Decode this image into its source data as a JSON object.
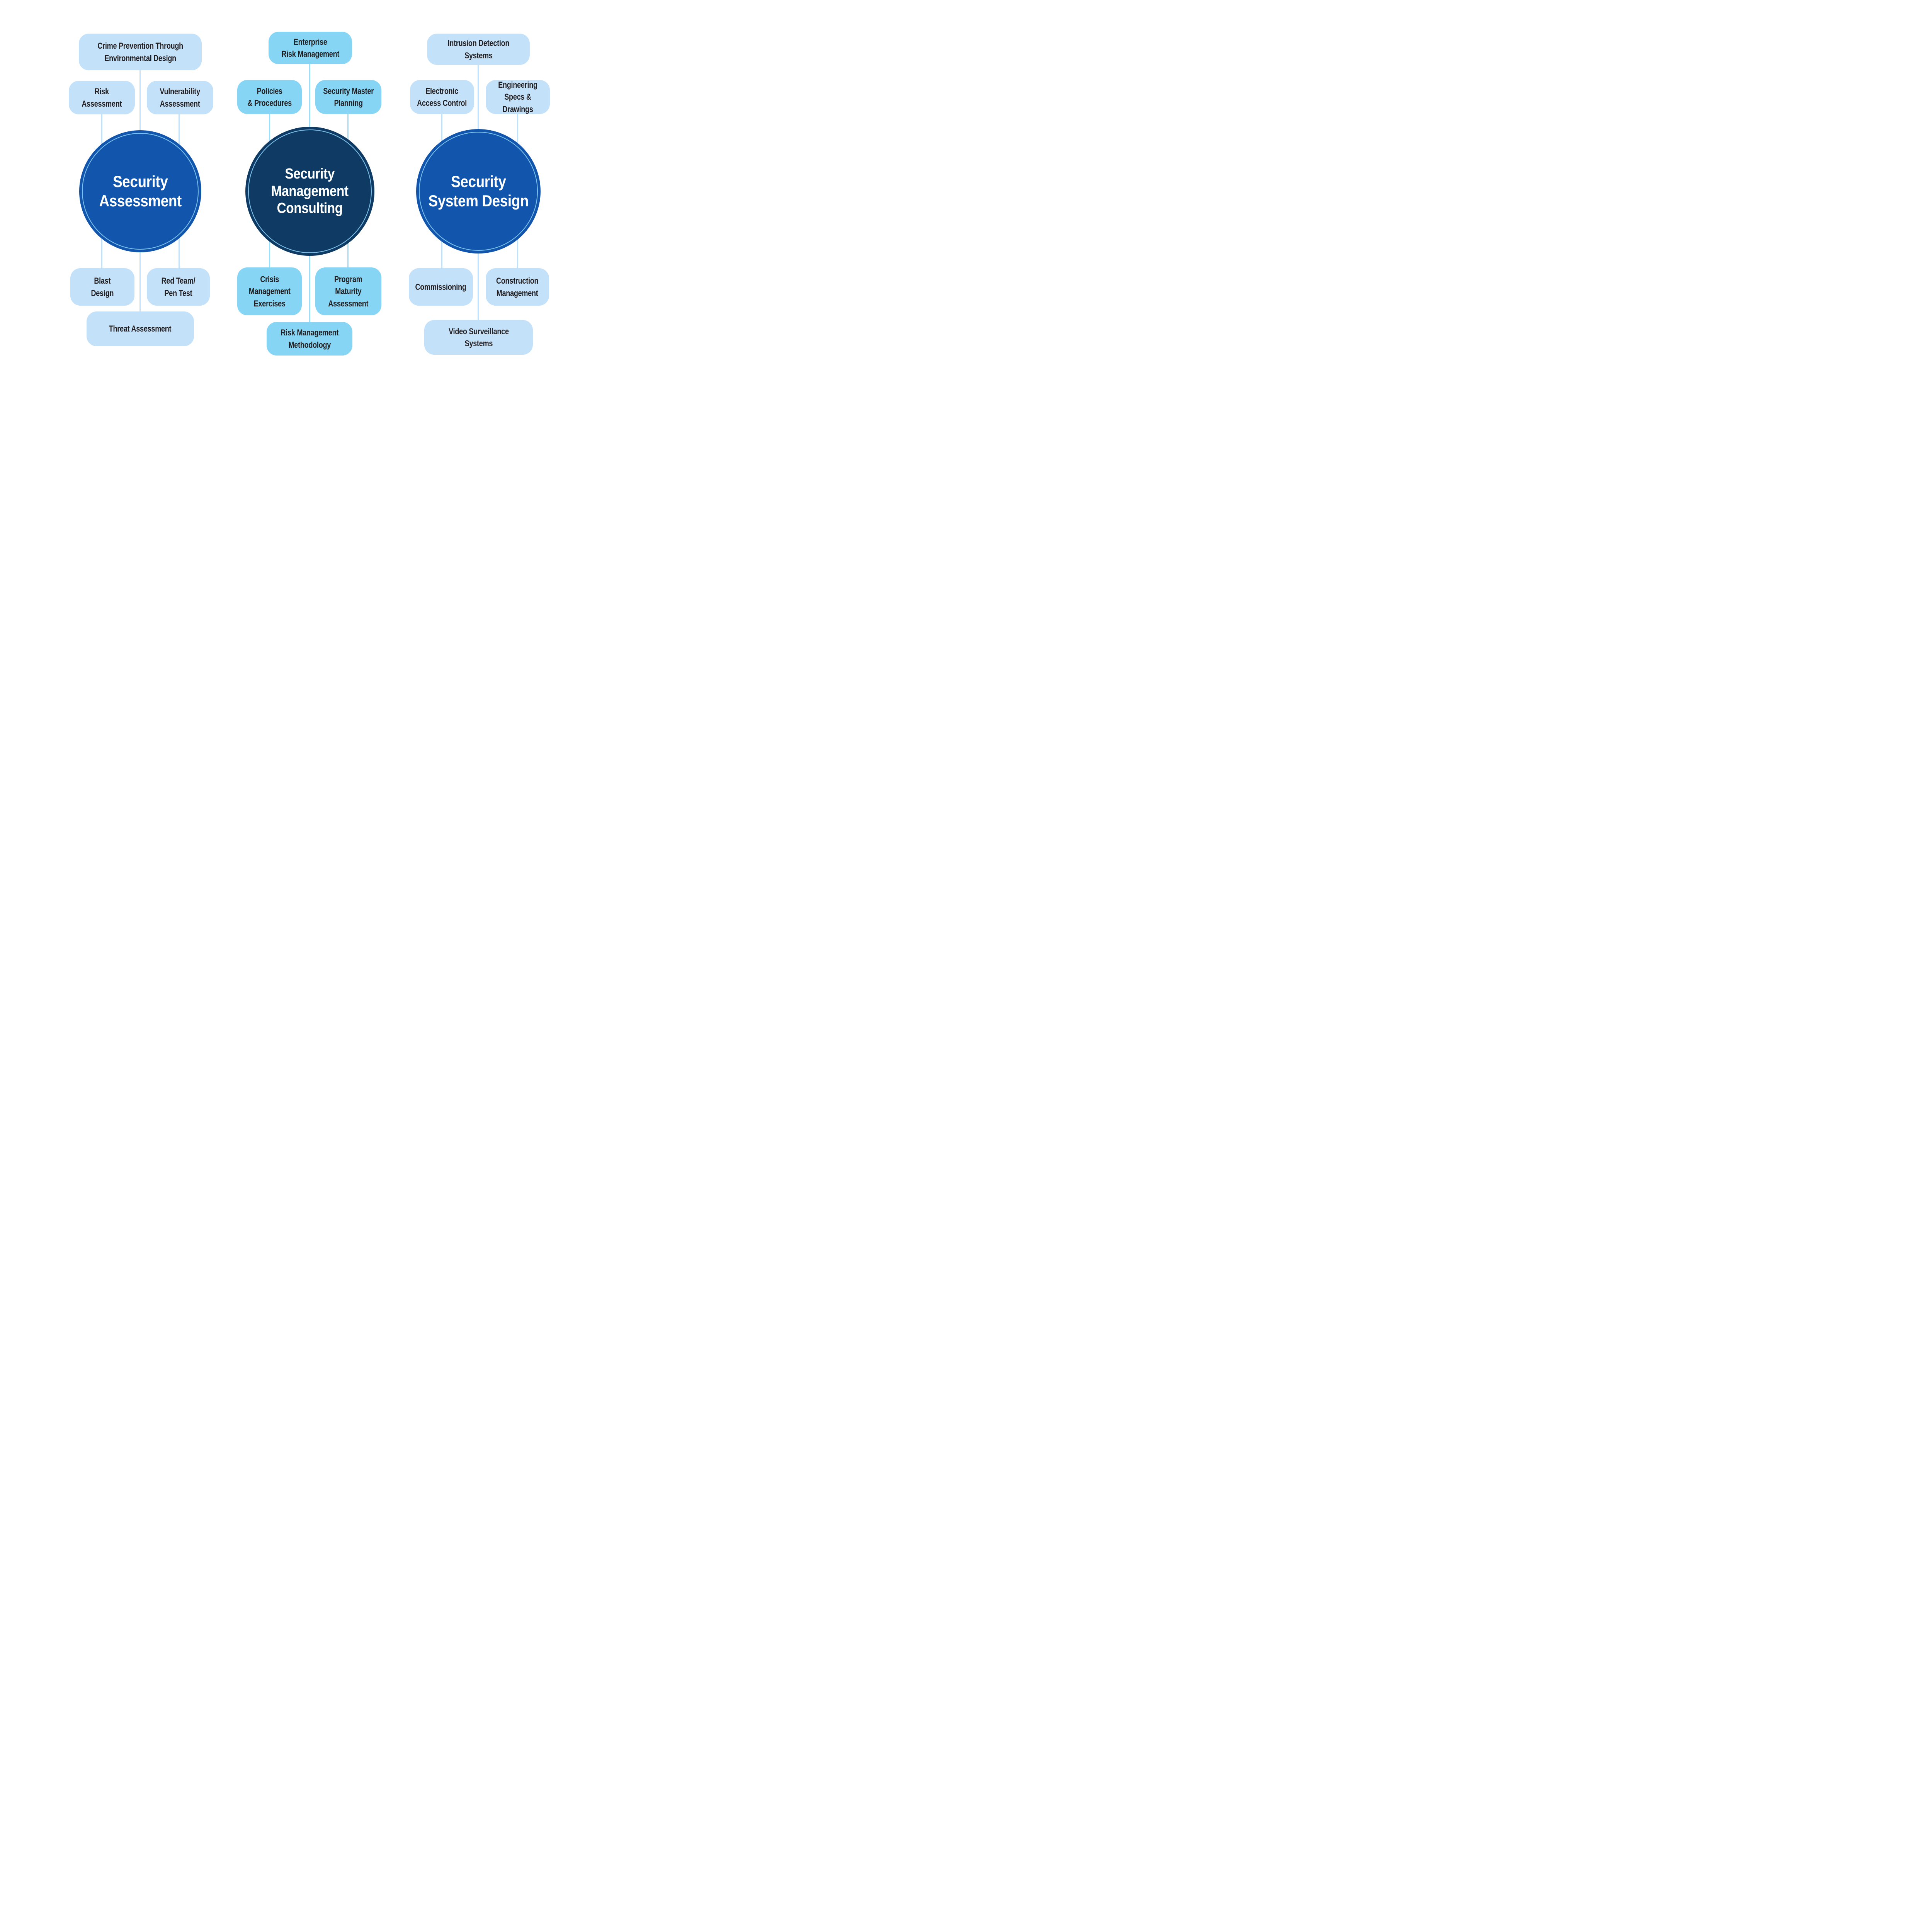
{
  "diagram": {
    "colors": {
      "background": "#ffffff",
      "light_box": "#c4e1fa",
      "cyan_box": "#87d5f5",
      "royal_circle": "#1155ad",
      "navy_circle": "#0e3a63",
      "inner_ring": "#7cc0ea",
      "box_text": "#231f20",
      "circle_text": "#ffffff",
      "connector_light": "#c4e1fa",
      "connector_cyan": "#9fdcf6"
    },
    "clusters": [
      {
        "title": "Security\nAssessment",
        "satellites": {
          "top": "Crime Prevention Through\nEnvironmental Design",
          "upper_left": "Risk\nAssessment",
          "upper_right": "Vulnerability\nAssessment",
          "lower_left": "Blast\nDesign",
          "lower_right": "Red Team/\nPen Test",
          "bottom": "Threat Assessment"
        }
      },
      {
        "title": "Security\nManagement\nConsulting",
        "satellites": {
          "top": "Enterprise\nRisk Management",
          "upper_left": "Policies\n& Procedures",
          "upper_right": "Security Master\nPlanning",
          "lower_left": "Crisis\nManagement\nExercises",
          "lower_right": "Program\nMaturity\nAssessment",
          "bottom": "Risk Management\nMethodology"
        }
      },
      {
        "title": "Security\nSystem Design",
        "satellites": {
          "top": "Intrusion Detection\nSystems",
          "upper_left": "Electronic\nAccess Control",
          "upper_right": "Engineering\nSpecs & Drawings",
          "lower_left": "Commissioning",
          "lower_right": "Construction\nManagement",
          "bottom": "Video Surveillance\nSystems"
        }
      }
    ]
  }
}
